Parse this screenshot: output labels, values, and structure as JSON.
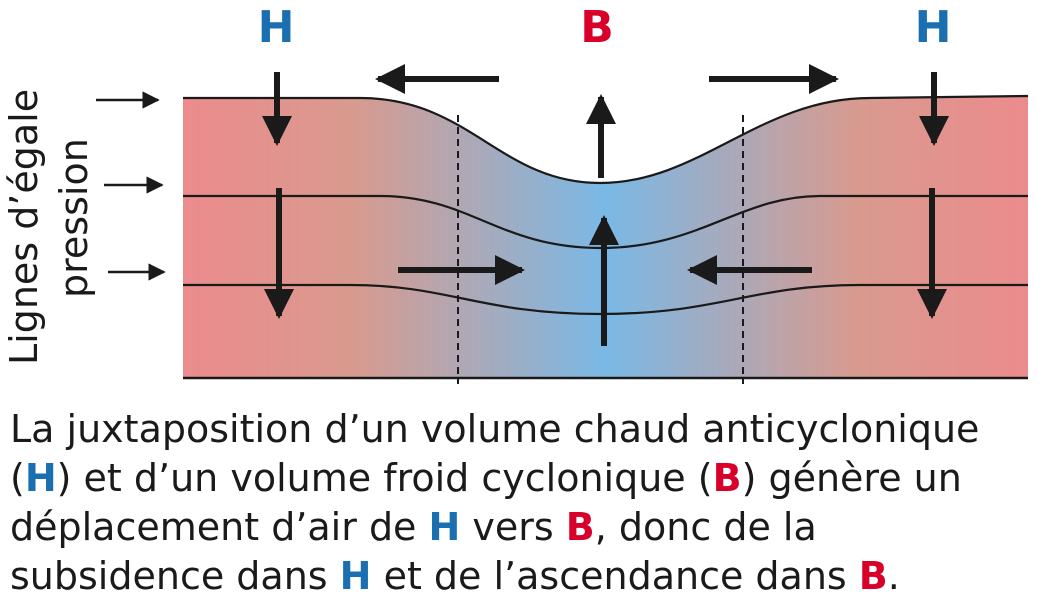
{
  "labels": {
    "h_left": "H",
    "b_center": "B",
    "h_right": "H",
    "axis_line1": "Lignes d’égale",
    "axis_line2": "pression"
  },
  "colors": {
    "h_blue": "#1a6fb0",
    "b_red": "#d8002a",
    "warm": "#ec8b8d",
    "cold": "#7ab9e6",
    "ink": "#1a1a1a"
  },
  "caption": {
    "line1": "La juxtaposition d’un volume chaud anticyclonique",
    "line2_a": "(",
    "line2_h": "H",
    "line2_b": ") et d’un volume froid cyclonique (",
    "line2_bb": "B",
    "line2_c": ") génère un",
    "line3_a": "déplacement d’air de ",
    "line3_h": "H",
    "line3_b": " vers ",
    "line3_bb": "B",
    "line3_c": ", donc de la",
    "line4_a": "subsidence dans ",
    "line4_h": "H",
    "line4_b": " et de l’ascendance dans ",
    "line4_bb": "B",
    "line4_c": "."
  }
}
